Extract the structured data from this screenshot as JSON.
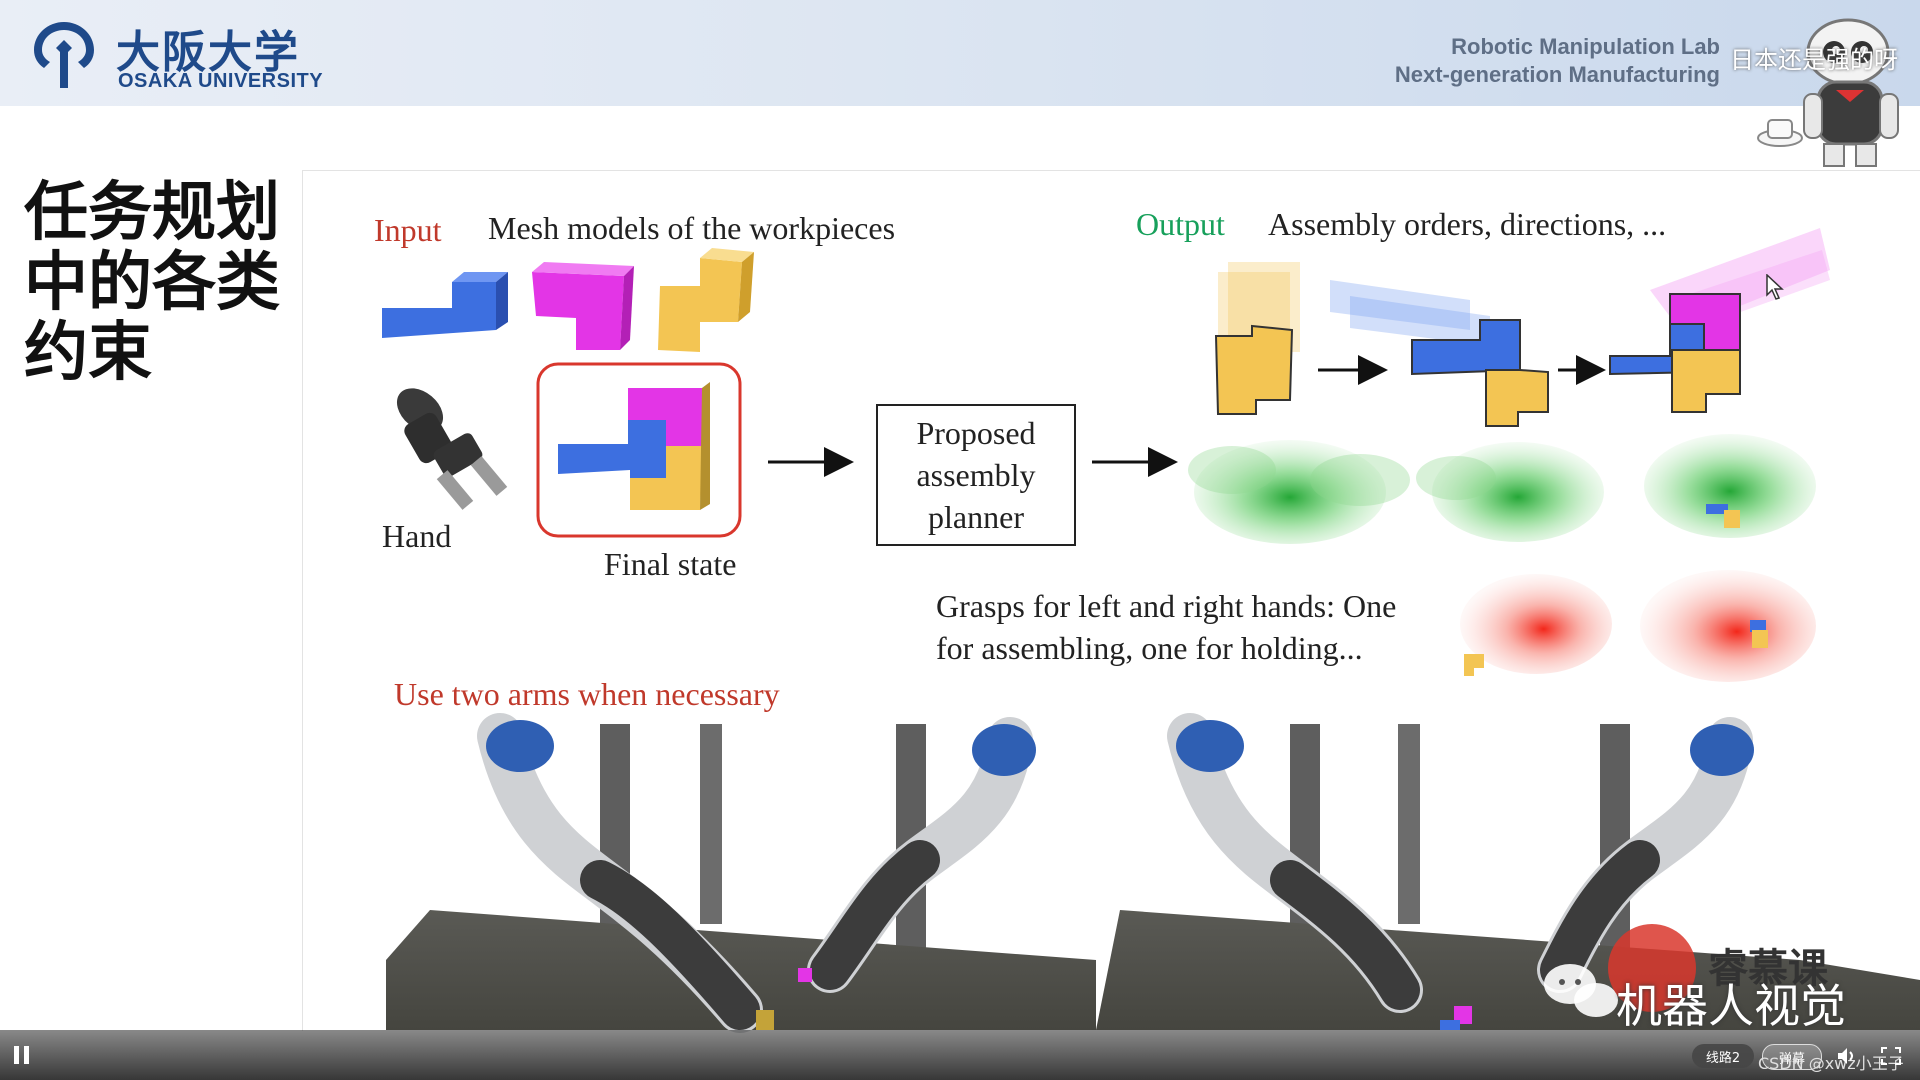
{
  "header": {
    "logo_cn": "大阪大学",
    "logo_en": "OSAKA UNIVERSITY",
    "lab_line1": "Robotic Manipulation Lab",
    "lab_line2": "Next-generation Manufacturing",
    "danmaku": "日本还是强的呀"
  },
  "side": {
    "title_lines": [
      "任务规划",
      "中的各类",
      "约束"
    ]
  },
  "figure": {
    "input_label": "Input",
    "input_desc": "Mesh models of the workpieces",
    "output_label": "Output",
    "output_desc": "Assembly orders, directions, ...",
    "hand_label": "Hand",
    "final_state_label": "Final state",
    "planner_lines": [
      "Proposed",
      "assembly",
      "planner"
    ],
    "grasp_line1": "Grasps for left and right hands: One",
    "grasp_line2": "for assembling, one for holding...",
    "two_arms_label": "Use two arms when necessary"
  },
  "watermark": {
    "text": "机器人视觉",
    "course": "睿慕课"
  },
  "player": {
    "route_label": "线路2",
    "barrage_label": "弹幕",
    "csdn_text": "CSDN @xwz小王子"
  },
  "colors": {
    "accent_red": "#c0392b",
    "accent_green": "#17a05b",
    "brand_blue": "#1f4a8a",
    "piece_blue": "#3d6fe0",
    "piece_magenta": "#e335e6",
    "piece_yellow": "#f3c553"
  }
}
